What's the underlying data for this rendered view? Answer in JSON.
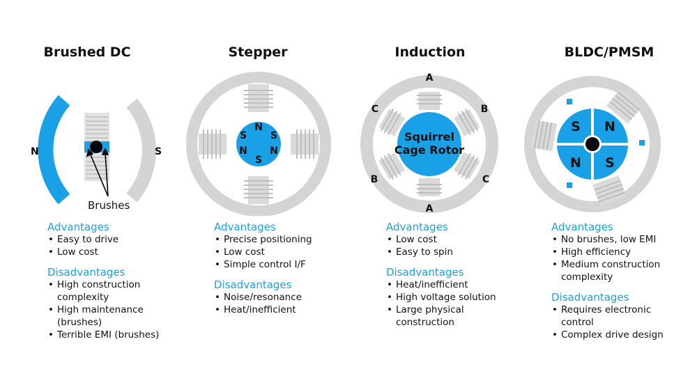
{
  "brushed": {
    "title": "Brushed DC",
    "n": "N",
    "s": "S",
    "brushes_label": "Brushes",
    "advantages_title": "Advantages",
    "advantages": [
      "Easy to drive",
      "Low cost"
    ],
    "disadvantages_title": "Disadvantages",
    "disadvantages": [
      "High construction complexity",
      "High maintenance (brushes)",
      "Terrible EMI (brushes)"
    ]
  },
  "stepper": {
    "title": "Stepper",
    "rotor_poles": [
      "N",
      "S",
      "N",
      "S",
      "N",
      "S"
    ],
    "advantages_title": "Advantages",
    "advantages": [
      "Precise positioning",
      "Low cost",
      "Simple control I/F"
    ],
    "disadvantages_title": "Disadvantages",
    "disadvantages": [
      "Noise/resonance",
      "Heat/inefficient"
    ]
  },
  "induction": {
    "title": "Induction",
    "rotor_line1": "Squirrel",
    "rotor_line2": "Cage Rotor",
    "phases": [
      "A",
      "B",
      "C",
      "A",
      "B",
      "C"
    ],
    "advantages_title": "Advantages",
    "advantages": [
      "Low cost",
      "Easy to spin"
    ],
    "disadvantages_title": "Disadvantages",
    "disadvantages": [
      "Heat/inefficient",
      "High voltage solution",
      "Large physical construction"
    ]
  },
  "bldc": {
    "title": "BLDC/PMSM",
    "rotor_poles": [
      "S",
      "N",
      "N",
      "S"
    ],
    "advantages_title": "Advantages",
    "advantages": [
      "No brushes, low EMI",
      "High efficiency",
      "Medium construction complexity"
    ],
    "disadvantages_title": "Disadvantages",
    "disadvantages": [
      "Requires electronic control",
      "Complex drive design"
    ]
  },
  "colors": {
    "accent": "#1aa0e6",
    "stator": "#d4d4d4",
    "coil": "#c4c4c4",
    "text": "#111111"
  }
}
